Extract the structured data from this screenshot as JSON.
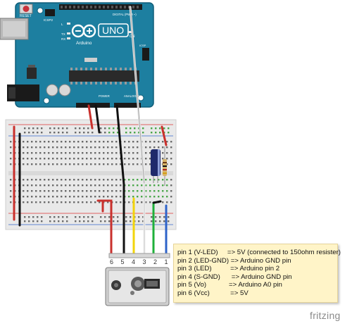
{
  "arduino": {
    "reset_label": "RESET",
    "icsp2_label": "ICSP2",
    "icsp_label": "ICSP",
    "digital_label": "DIGITAL (PWM ~)",
    "model_label": "UNO",
    "brand_label": "Arduino",
    "on_label": "ON",
    "tx_label": "TX",
    "rx_label": "RX",
    "l_label": "L",
    "power_label": "POWER",
    "analog_label": "ANALOG IN"
  },
  "sensor": {
    "pin_numbers": [
      "6",
      "5",
      "4",
      "3",
      "2",
      "1"
    ],
    "wire_colors": [
      "#c9302c",
      "#111111",
      "#f2d40a",
      "#f2f2f2",
      "#1fb03a",
      "#2e63c9"
    ]
  },
  "note": {
    "lines": [
      "pin 1 (V-LED)     => 5V (connected to 150ohm resister)",
      "pin 2 (LED-GND) => Arduino GND pin",
      "pin 3 (LED)          => Arduino pin 2",
      "pin 4 (S-GND)      => Arduino GND pin",
      "pin 5 (Vo)            => Arduino A0 pin",
      "pin 6 (Vcc)           => 5V"
    ]
  },
  "footer": {
    "brand": "fritzing"
  }
}
